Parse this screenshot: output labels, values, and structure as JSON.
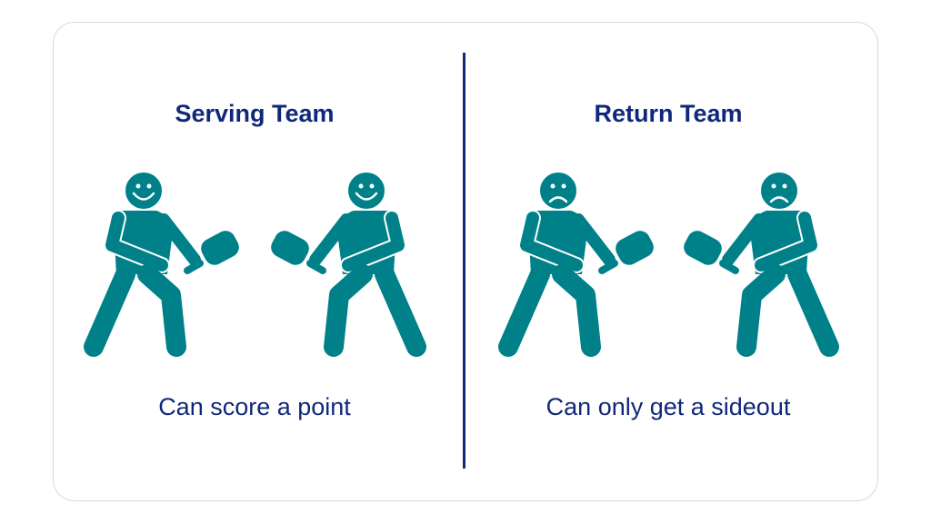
{
  "serving": {
    "title": "Serving Team",
    "caption": "Can score a point",
    "face": "smile-icon"
  },
  "return": {
    "title": "Return Team",
    "caption": "Can only get a sideout",
    "face": "frown-icon"
  },
  "colors": {
    "figure": "#00818a",
    "text": "#10287a"
  }
}
